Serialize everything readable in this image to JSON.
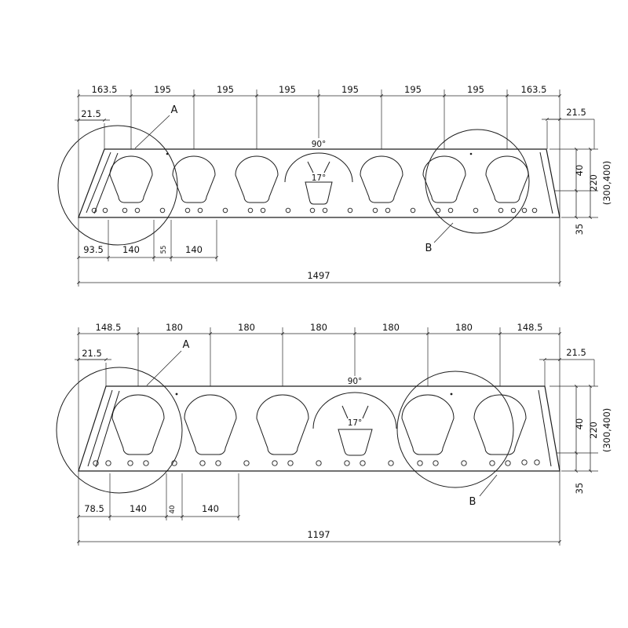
{
  "drawings": {
    "top": {
      "top_dims": [
        "163.5",
        "195",
        "195",
        "195",
        "195",
        "195",
        "195",
        "163.5"
      ],
      "inset_left": "21.5",
      "inset_right": "21.5",
      "detail_a": "A",
      "detail_b": "B",
      "angle_top": "90°",
      "angle_taper": "17°",
      "dim_40": "40",
      "dim_220": "220",
      "dim_range": "(300,400)",
      "dim_35": "35",
      "bottom_dims": [
        "93.5",
        "140",
        "55",
        "140"
      ],
      "overall": "1497"
    },
    "bottom": {
      "top_dims": [
        "148.5",
        "180",
        "180",
        "180",
        "180",
        "180",
        "148.5"
      ],
      "inset_left": "21.5",
      "inset_right": "21.5",
      "detail_a": "A",
      "detail_b": "B",
      "angle_top": "90°",
      "angle_taper": "17°",
      "dim_40": "40",
      "dim_220": "220",
      "dim_range": "(300,400)",
      "dim_35": "35",
      "bottom_dims": [
        "78.5",
        "140",
        "40",
        "140"
      ],
      "overall": "1197"
    }
  }
}
